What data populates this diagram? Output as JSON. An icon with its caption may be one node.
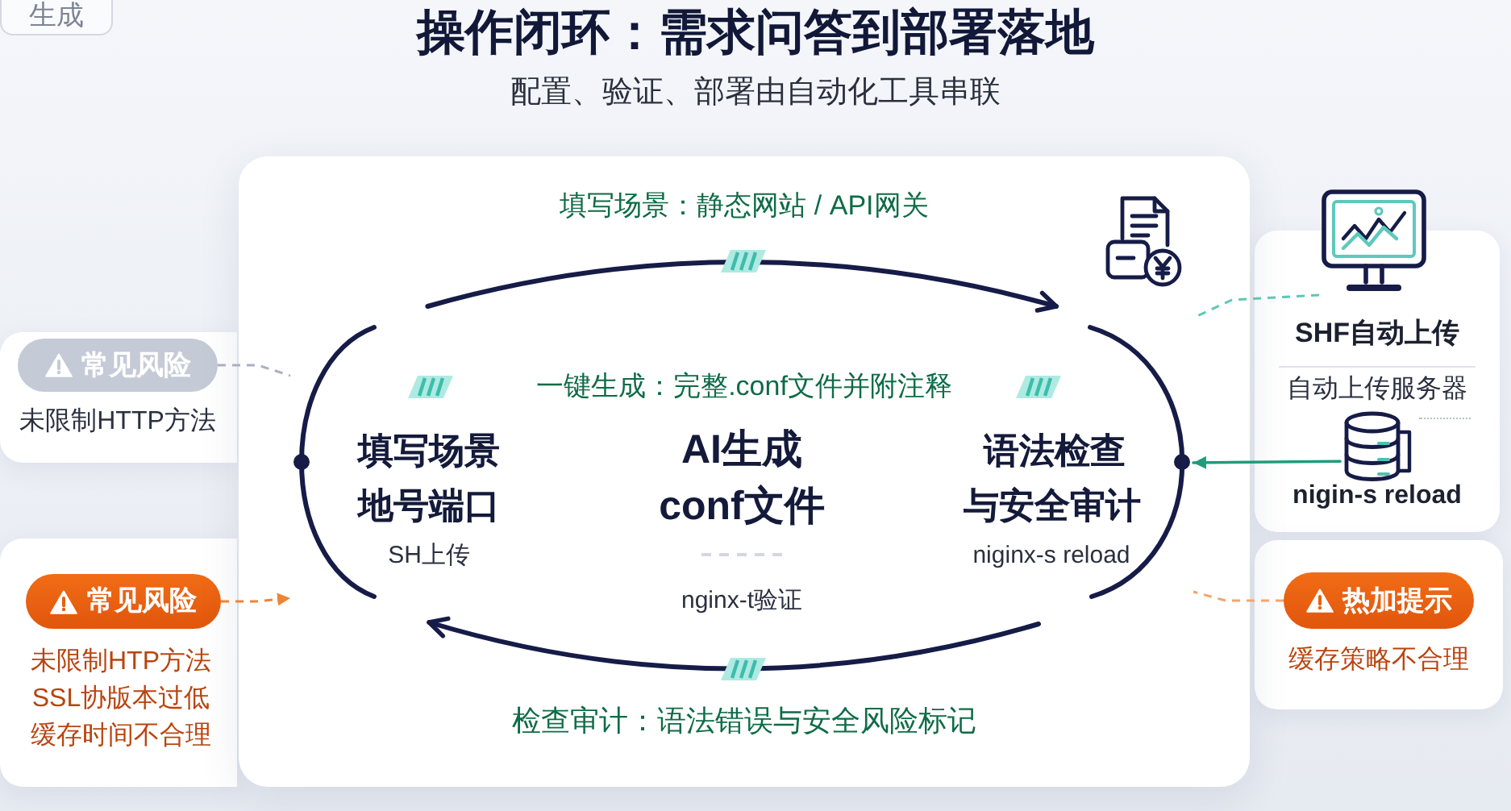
{
  "diagram": {
    "title": "操作闭环：需求问答到部署落地",
    "nodes": [
      {
        "text": [
          "填写场景：静态网站 / API网关",
          "一键生成：完整.conf文件并附注释",
          "检查审计：语法错误与安全风险标记"
        ]
      },
      {
        "text": [
          "填写场景地号端口",
          "SH上传"
        ],
        "in": 0
      },
      {
        "text": [
          "AI生成conf文件",
          "nginx-t验证"
        ],
        "in": 0
      },
      {
        "text": [
          "语法检查与安全审计",
          "niginx-s reload"
        ],
        "in": 0
      },
      {
        "text": [
          "未限制HTTP方法"
        ]
      },
      {
        "text": [
          "常见风险"
        ],
        "in": 4
      },
      {
        "text": [
          "未限制HTP方法",
          "SSL协版本过低",
          "缓存时间不合理"
        ]
      },
      {
        "text": [
          "常见风险"
        ],
        "in": 6
      },
      {
        "text": [],
        "shape": "picture"
      },
      {
        "text": [
          "SHF自动上传",
          "自动上传服务器",
          "nigin-s reload"
        ]
      },
      {
        "text": [],
        "shape": "cylinder",
        "in": 9
      },
      {
        "text": [
          "缓存策略不合理"
        ]
      },
      {
        "text": [
          "热加提示"
        ],
        "in": 11
      }
    ],
    "edges": [
      {
        "from": 1,
        "to": 3,
        "arrow": "to",
        "style": "thick"
      },
      {
        "from": 3,
        "to": 1,
        "arrow": "to",
        "style": "thick"
      },
      {
        "from": 5,
        "to": 1,
        "arrow": "none",
        "style": "dashed",
        "color": "#a9b0c1"
      },
      {
        "from": 7,
        "to": 1,
        "arrow": "to",
        "style": "dashed",
        "color": "#ef8434"
      },
      {
        "from": 8,
        "to": 3,
        "arrow": "none",
        "style": "dashed",
        "color": "#5cc8b6"
      },
      {
        "from": 10,
        "to": 3,
        "arrow": "to",
        "color": "#1f9c7c"
      },
      {
        "from": 12,
        "to": 3,
        "arrow": "none",
        "style": "dashed",
        "color": "#f3a56c"
      }
    ],
    "labels": [
      "生成",
      "配置、验证、部署由自动化工具串联"
    ]
  }
}
